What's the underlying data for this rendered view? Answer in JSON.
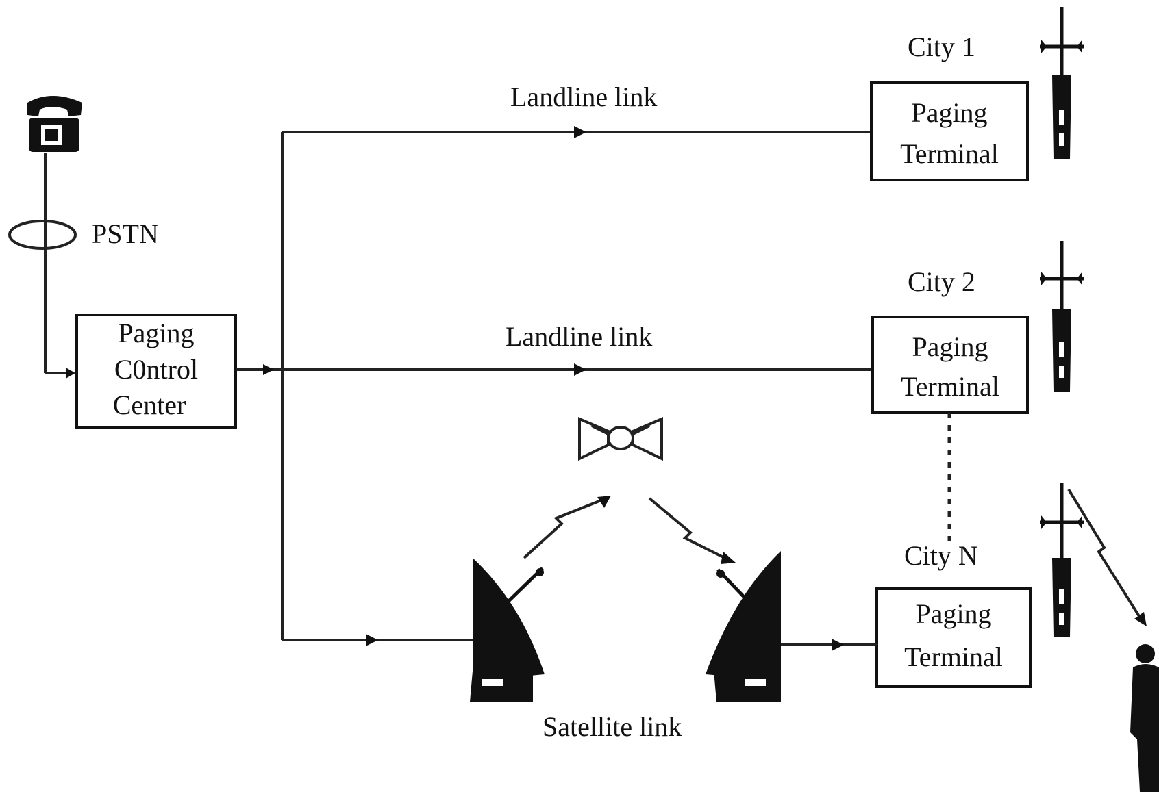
{
  "labels": {
    "pstn": "PSTN",
    "landline_1": "Landline link",
    "landline_2": "Landline link",
    "satellite": "Satellite link"
  },
  "control_center": {
    "line1": "Paging",
    "line2": "C0ntrol",
    "line3": "Center"
  },
  "cities": [
    {
      "name": "City 1",
      "line1": "Paging",
      "line2": "Terminal"
    },
    {
      "name": "City 2",
      "line1": "Paging",
      "line2": "Terminal"
    },
    {
      "name": "City N",
      "line1": "Paging",
      "line2": "Terminal"
    }
  ],
  "icons": [
    "telephone-icon",
    "antenna-tower-icon",
    "satellite-dish-icon",
    "satellite-icon",
    "person-icon"
  ]
}
